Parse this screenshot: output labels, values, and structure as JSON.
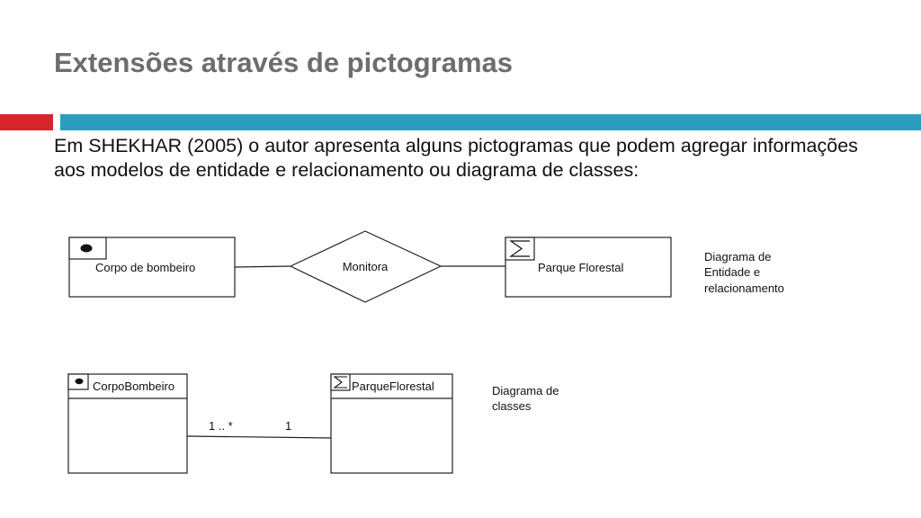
{
  "slide": {
    "title": "Extensões através de pictogramas",
    "intro": "Em SHEKHAR (2005) o autor apresenta alguns pictogramas que podem agregar informações aos modelos de entidade e relacionamento ou diagrama de classes:"
  },
  "er_diagram": {
    "entity_left": "Corpo de bombeiro",
    "relationship": "Monitora",
    "entity_right": "Parque Florestal",
    "caption_line1": "Diagrama de",
    "caption_line2": "Entidade e",
    "caption_line3": "relacionamento",
    "left_pictogram": "point-icon",
    "right_pictogram": "polygon-icon"
  },
  "class_diagram": {
    "class_left": "CorpoBombeiro",
    "class_right": "ParqueFlorestal",
    "multiplicity_left": "1 .. *",
    "multiplicity_right": "1",
    "caption_line1": "Diagrama de",
    "caption_line2": "classes",
    "left_pictogram": "point-icon",
    "right_pictogram": "polygon-icon"
  }
}
